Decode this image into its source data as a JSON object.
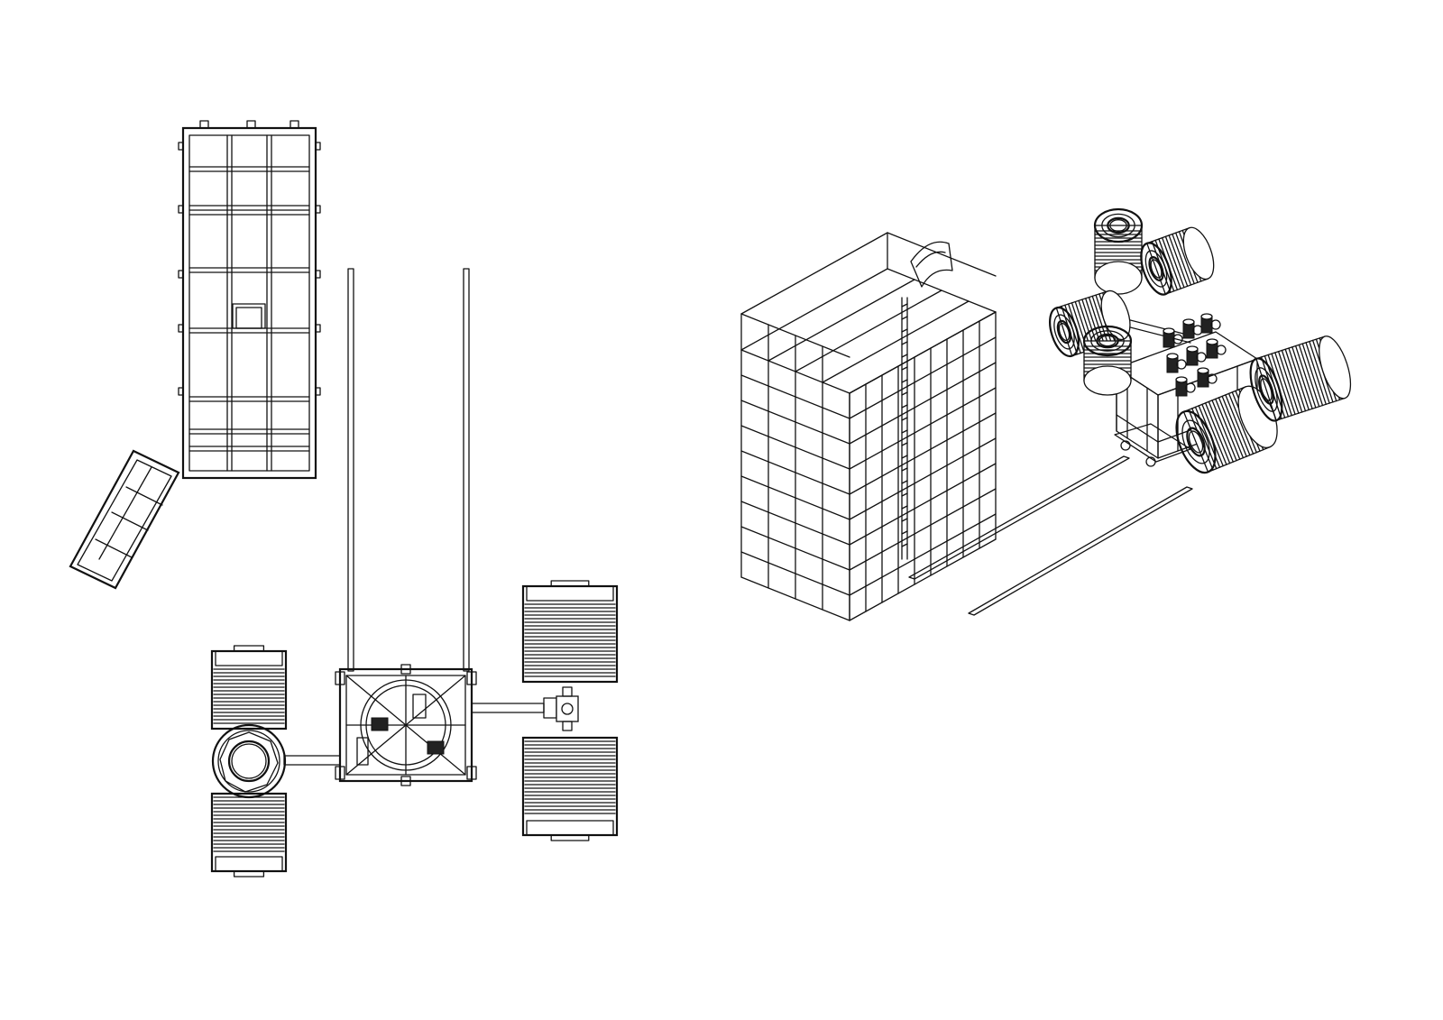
{
  "drawing": {
    "background": "#ffffff",
    "line_color": "#111111",
    "views": [
      {
        "id": "frame-top-view",
        "type": "orthographic-plan"
      },
      {
        "id": "machine-top-view",
        "type": "orthographic-plan"
      },
      {
        "id": "frame-isometric-view",
        "type": "isometric"
      },
      {
        "id": "machine-isometric-view",
        "type": "isometric"
      }
    ]
  }
}
